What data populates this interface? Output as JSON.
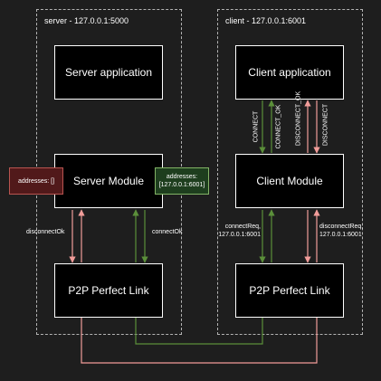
{
  "colors": {
    "red_line": "#f19c99",
    "green_line": "#5b8f3a"
  },
  "server_group": {
    "label": "server - 127.0.0.1:5000"
  },
  "client_group": {
    "label": "client - 127.0.0.1:6001"
  },
  "boxes": {
    "server_app": "Server application",
    "server_module": "Server Module",
    "server_link": "P2P Perfect Link",
    "client_app": "Client application",
    "client_module": "Client Module",
    "client_link": "P2P Perfect Link"
  },
  "notes": {
    "server_addresses_empty": "addresses: []",
    "server_addresses_full": "addresses: [127.0.0.1:6001]"
  },
  "edge_labels": {
    "disconnect_ok": "disconnectOk",
    "connect_ok": "connectOk",
    "connect_req": "connectReq, 127.0.0.1:6001",
    "disconnect_req": "disconnectReq, 127.0.0.1:6001",
    "connect": "CONNECT",
    "connect_ok_caps": "CONNECT_OK",
    "disconnect_ok_caps": "DISCONNECT_OK",
    "disconnect": "DISCONNECT"
  }
}
